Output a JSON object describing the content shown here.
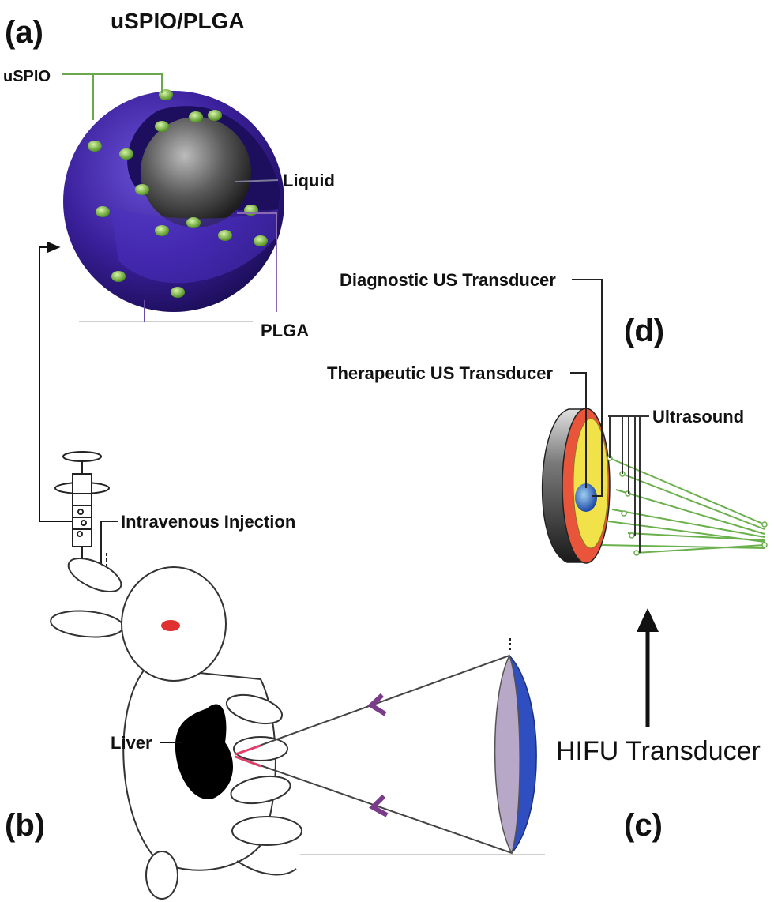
{
  "panels": {
    "a": "(a)",
    "b": "(b)",
    "c": "(c)",
    "d": "(d)"
  },
  "particle": {
    "title": "uSPIO/PLGA",
    "labels": {
      "uspio": "uSPIO",
      "liquid": "Liquid",
      "plga": "PLGA"
    }
  },
  "injection": {
    "label": "Intravenous Injection"
  },
  "rabbit": {
    "liver_label": "Liver"
  },
  "hifu": {
    "label": "HIFU Transducer"
  },
  "transducer": {
    "diagnostic_label": "Diagnostic US Transducer",
    "therapeutic_label": "Therapeutic US Transducer",
    "ultrasound_label": "Ultrasound"
  },
  "colors": {
    "plga_shell": "#3a1f9a",
    "uspio_dot": "#7fbf3a",
    "liquid_core": "#5a5a5a",
    "beam_green": "#6ab04c",
    "lens_blue": "#2f4fc0",
    "lens_gray": "#b8a8c8",
    "eye_red": "#e03030",
    "ring_red": "#e8553a",
    "face_yellow": "#f2e24a",
    "center_blue": "#2a64c8"
  }
}
